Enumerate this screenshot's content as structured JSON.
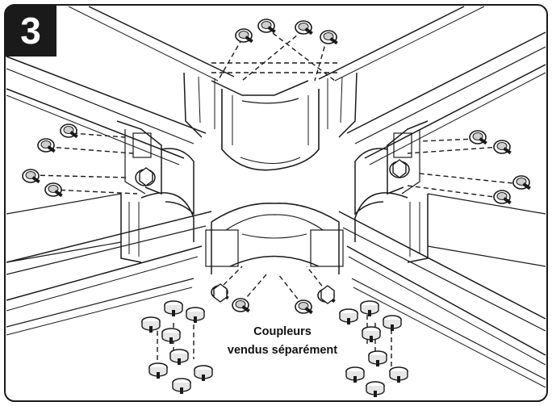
{
  "step": {
    "number": "3"
  },
  "note": {
    "line1": "Coupleurs",
    "line2": "vendus séparément"
  },
  "colors": {
    "ink": "#1a1a1a",
    "background": "#ffffff"
  },
  "icons": [
    "thumb-screw-icon",
    "bracket-icon",
    "hex-nut-icon"
  ]
}
